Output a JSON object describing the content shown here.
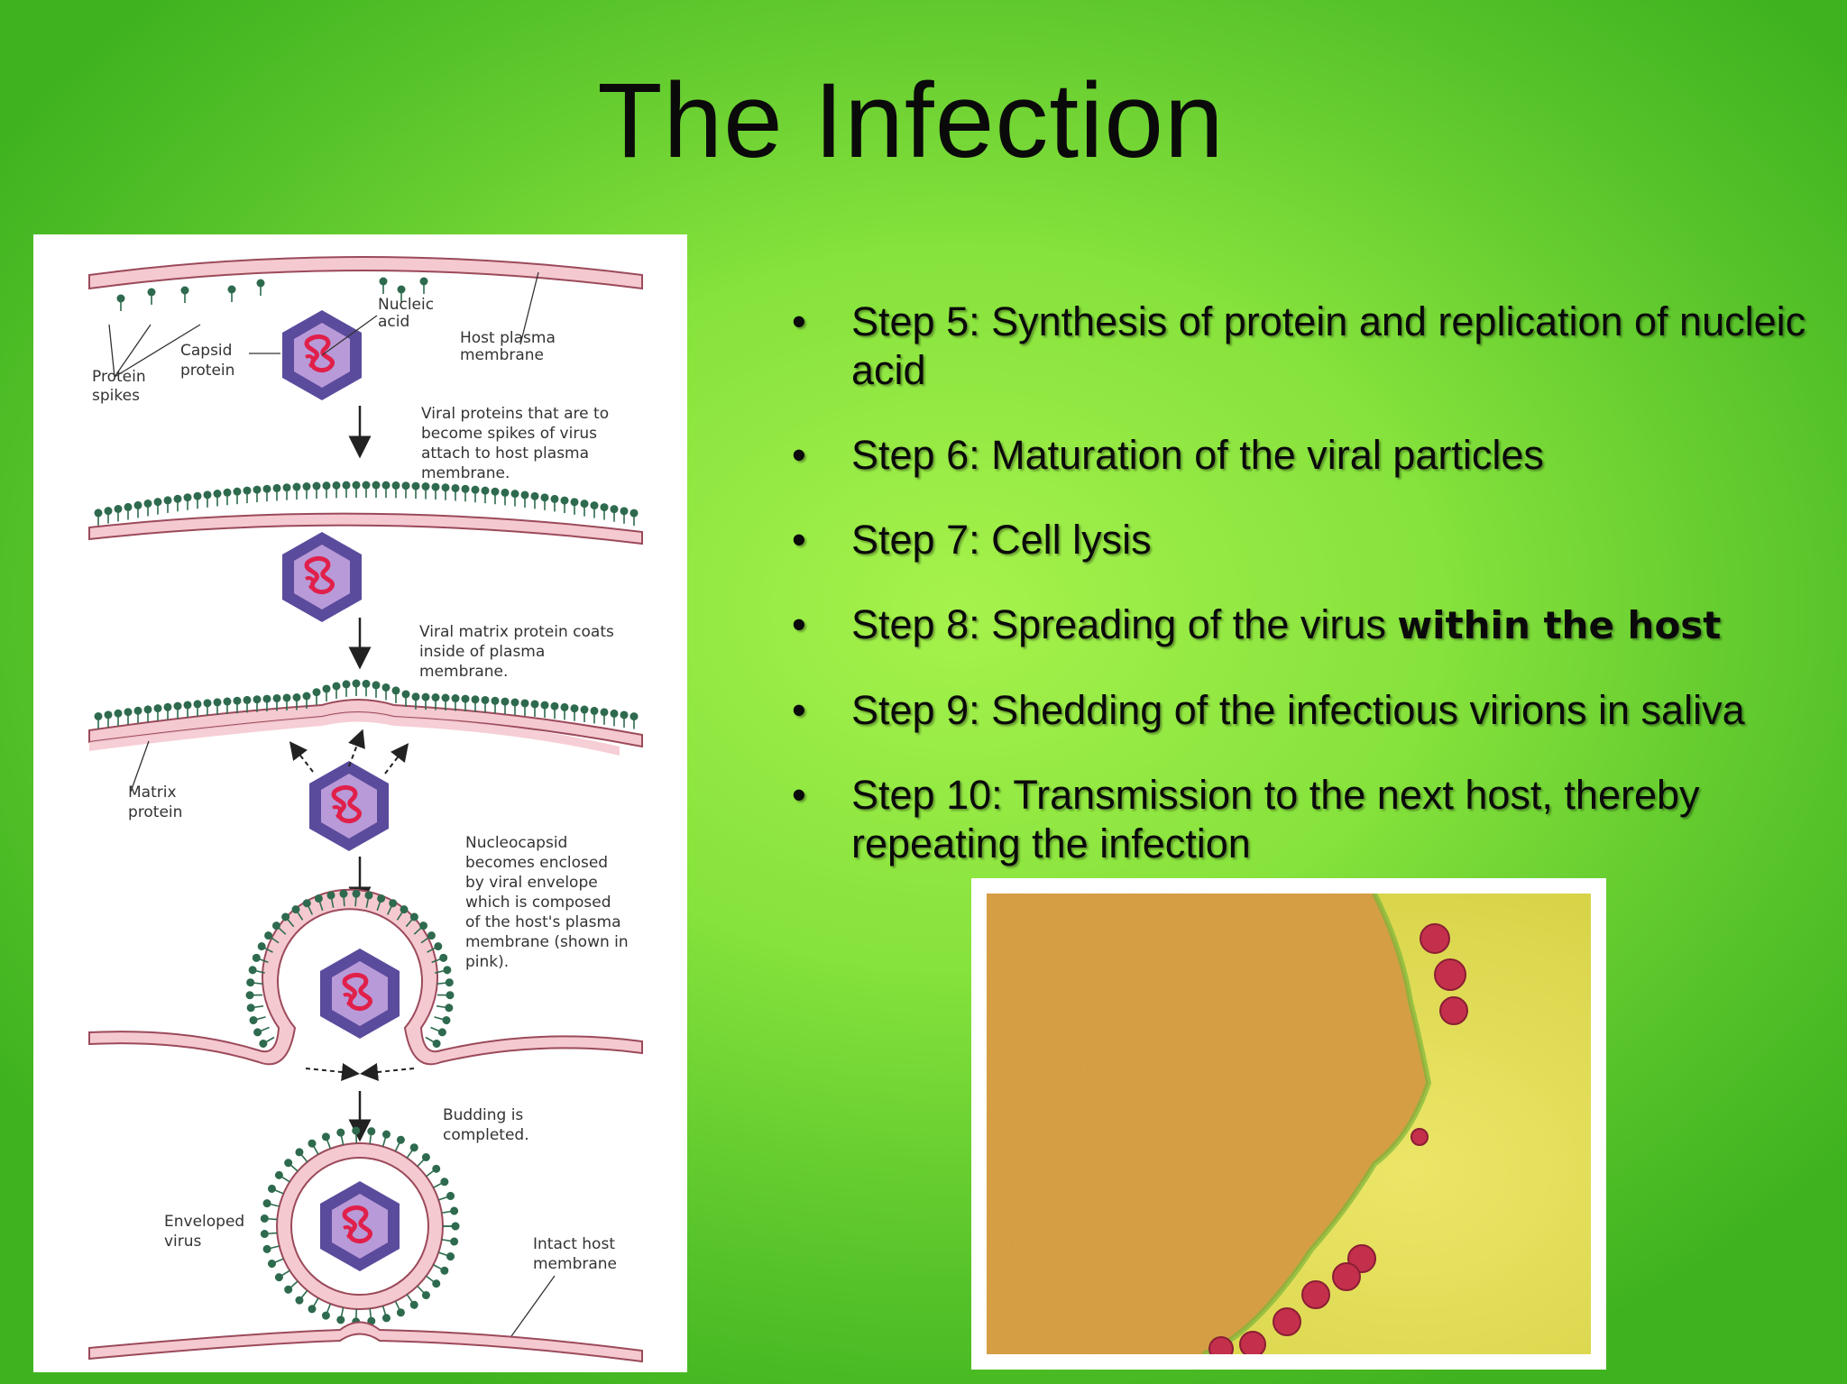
{
  "slide": {
    "title": "The Infection"
  },
  "diagram": {
    "labels": {
      "nucleic_acid": [
        "Nucleic",
        "acid"
      ],
      "host_plasma_membrane": [
        "Host plasma",
        "membrane"
      ],
      "capsid_protein": [
        "Capsid",
        "protein"
      ],
      "protein_spikes": [
        "Protein",
        "spikes"
      ],
      "note_spikes": [
        "Viral proteins that are to",
        "become spikes of virus",
        "attach to host plasma",
        "membrane."
      ],
      "note_matrix": [
        "Viral matrix protein coats",
        "inside of plasma",
        "membrane."
      ],
      "matrix_protein": [
        "Matrix",
        "protein"
      ],
      "note_nucleocapsid": [
        "Nucleocapsid",
        "becomes enclosed",
        "by viral envelope",
        "which is composed",
        "of the host's plasma",
        "membrane (shown in",
        "pink)."
      ],
      "note_budding": [
        "Budding is",
        "completed."
      ],
      "enveloped_virus": [
        "Enveloped",
        "virus"
      ],
      "intact_host_membrane": [
        "Intact host",
        "membrane"
      ]
    }
  },
  "bullets": [
    {
      "text": "Step 5: Synthesis of protein and replication of nucleic acid",
      "bold": ""
    },
    {
      "text": "Step 6: Maturation of the viral particles",
      "bold": ""
    },
    {
      "text": "Step 7: Cell lysis",
      "bold": ""
    },
    {
      "text": "Step 8: Spreading of the virus ",
      "bold": "within the host"
    },
    {
      "text": "Step 9: Shedding of the infectious virions in saliva",
      "bold": ""
    },
    {
      "text": "Step 10: Transmission to the next host, thereby repeating the infection",
      "bold": ""
    }
  ],
  "bullet_glyph": "•",
  "colors": {
    "background_light": "#a6f24c",
    "background_dark": "#3fb31f",
    "membrane_pink": "#f5c9d0",
    "membrane_outline": "#9b4a5a",
    "capsid_purple": "#5b4b9c",
    "capsid_inner": "#b89ad8",
    "nucleic_red": "#e0204a",
    "spike_green": "#2e6a4e",
    "cell_orange": "#dca040",
    "background_yellow": "#e2dc55",
    "virion_red": "#c4304c"
  },
  "icons": {
    "arrow": "down-arrow-icon",
    "bullet": "bullet-icon"
  }
}
